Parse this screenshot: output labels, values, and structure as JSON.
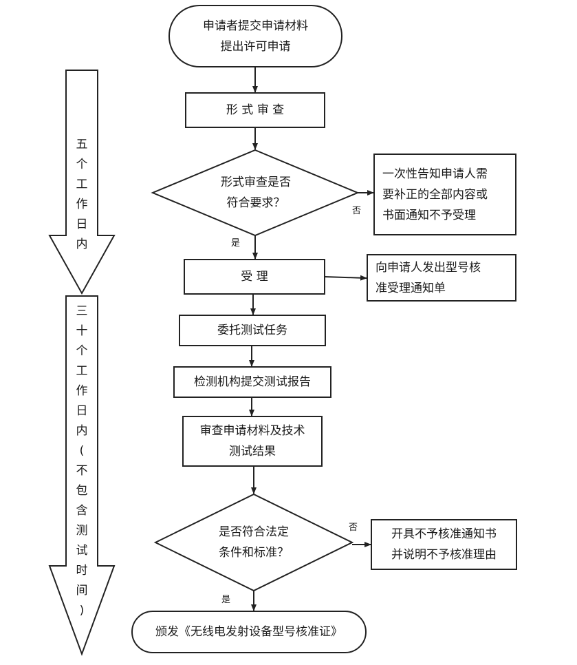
{
  "nodes": {
    "start": "申请者提交申请材料\n提出许可申请",
    "formal_review": "形 式 审 查",
    "decision1": "形式审查是否\n符合要求？",
    "notify_supplement": "一次性告知申请人需\n要补正的全部内容或\n书面通知不予受理",
    "accept": "受 理",
    "accept_notice": "向申请人发出型号核\n准受理通知单",
    "delegate_test": "委托测试任务",
    "test_report": "检测机构提交测试报告",
    "review_results": "审查申请材料及技术\n测试结果",
    "decision2": "是否符合法定\n条件和标准？",
    "reject_notice": "开具不予核准通知书\n并说明不予核准理由",
    "end": "颁发《无线电发射设备型号核准证》"
  },
  "edge_labels": {
    "d1_no": "否",
    "d1_yes": "是",
    "d2_no": "否",
    "d2_yes": "是"
  },
  "timeline": {
    "phase1": [
      "五",
      "个",
      "工",
      "作",
      "日",
      "内"
    ],
    "phase2": [
      "三",
      "十",
      "个",
      "工",
      "作",
      "日",
      "内",
      "(",
      "不",
      "包",
      "含",
      "测",
      "试",
      "时",
      "间",
      ")"
    ]
  },
  "colors": {
    "stroke": "#222222",
    "background": "#ffffff"
  }
}
